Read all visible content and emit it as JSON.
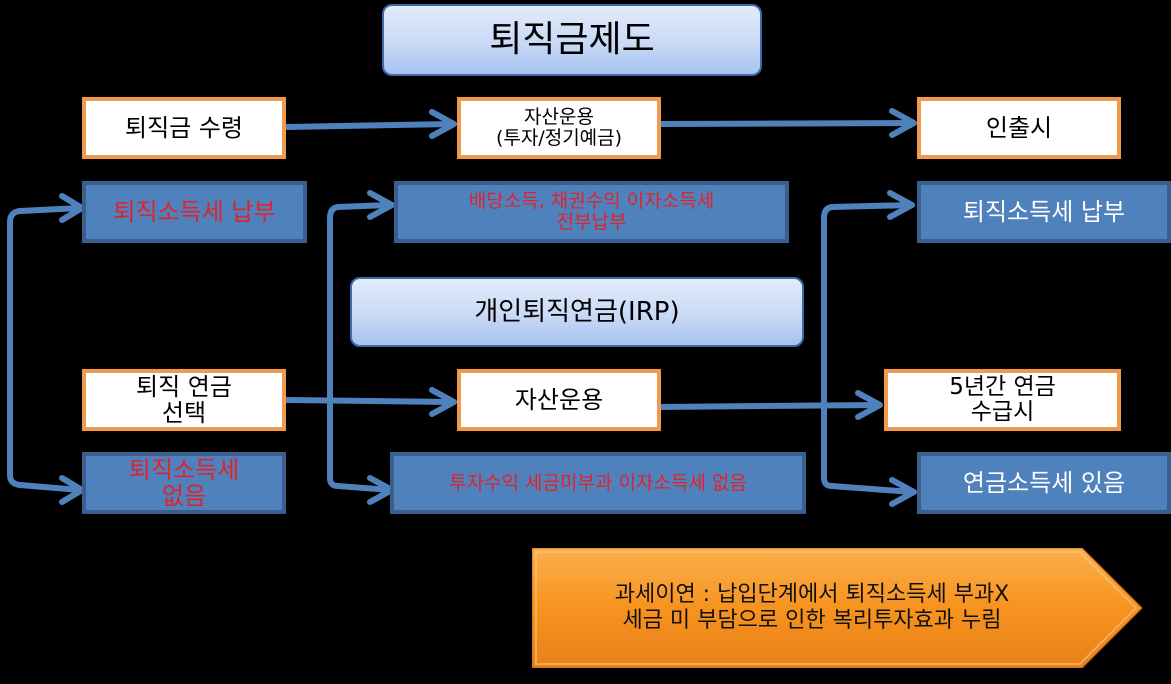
{
  "title": "퇴직금제도",
  "sections": {
    "irp_title": "개인퇴직연금(IRP)"
  },
  "row1": {
    "receive": "퇴직금 수령",
    "asset_mgmt": "자산운용\n(투자/정기예금)",
    "withdrawal": "인출시"
  },
  "row2": {
    "tax_pay": "퇴직소득세 납부",
    "dividend_tax": "배당소득, 채권수익 이자소득세\n전부납부",
    "tax_pay_withdraw": "퇴직소득세 납부"
  },
  "row3": {
    "pension_choice": "퇴직 연금\n선택",
    "asset_mgmt": "자산운용",
    "five_year": "5년간 연금\n수급시"
  },
  "row4": {
    "no_tax": "퇴직소득세\n없음",
    "no_interest_tax": "투자수익 세금미부과 이자소득세 없음",
    "pension_tax": "연금소득세 있음"
  },
  "callout": {
    "text": "과세이연 : 납입단계에서 퇴직소득세 부과X\n세금 미 부담으로 인한 복리투자효과 누림"
  },
  "colors": {
    "arrow": "#4f81bd",
    "blue_box": "#4f81bd",
    "orange_border": "#f29a4c",
    "red_text": "#e0232b",
    "callout": "#f7931e"
  }
}
